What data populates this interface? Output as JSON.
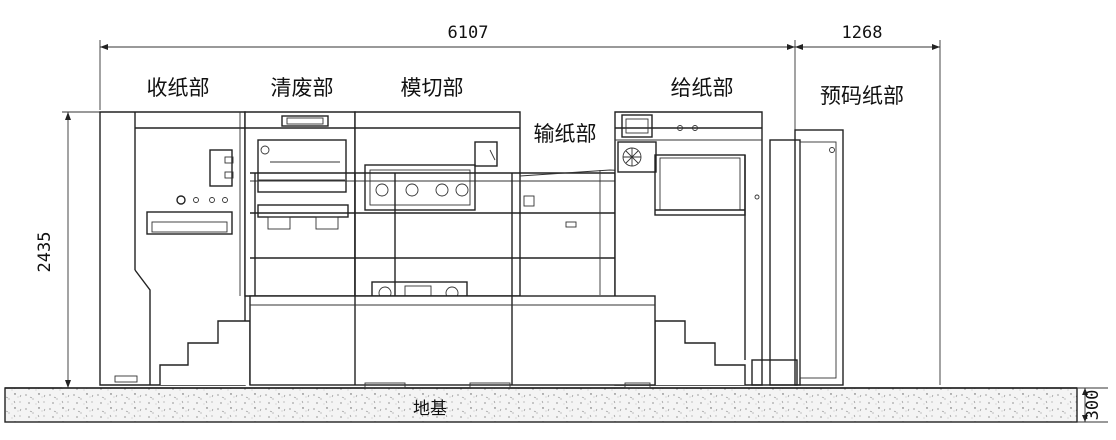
{
  "dimensions": {
    "total_length": "6107",
    "prestack_length": "1268",
    "height": "2435",
    "pit_depth": "300"
  },
  "sections": {
    "delivery": "收纸部",
    "stripping": "清废部",
    "die_cutting": "模切部",
    "transfer": "输纸部",
    "feeder": "给纸部",
    "pre_pile": "预码纸部"
  },
  "ground_label": "地基"
}
